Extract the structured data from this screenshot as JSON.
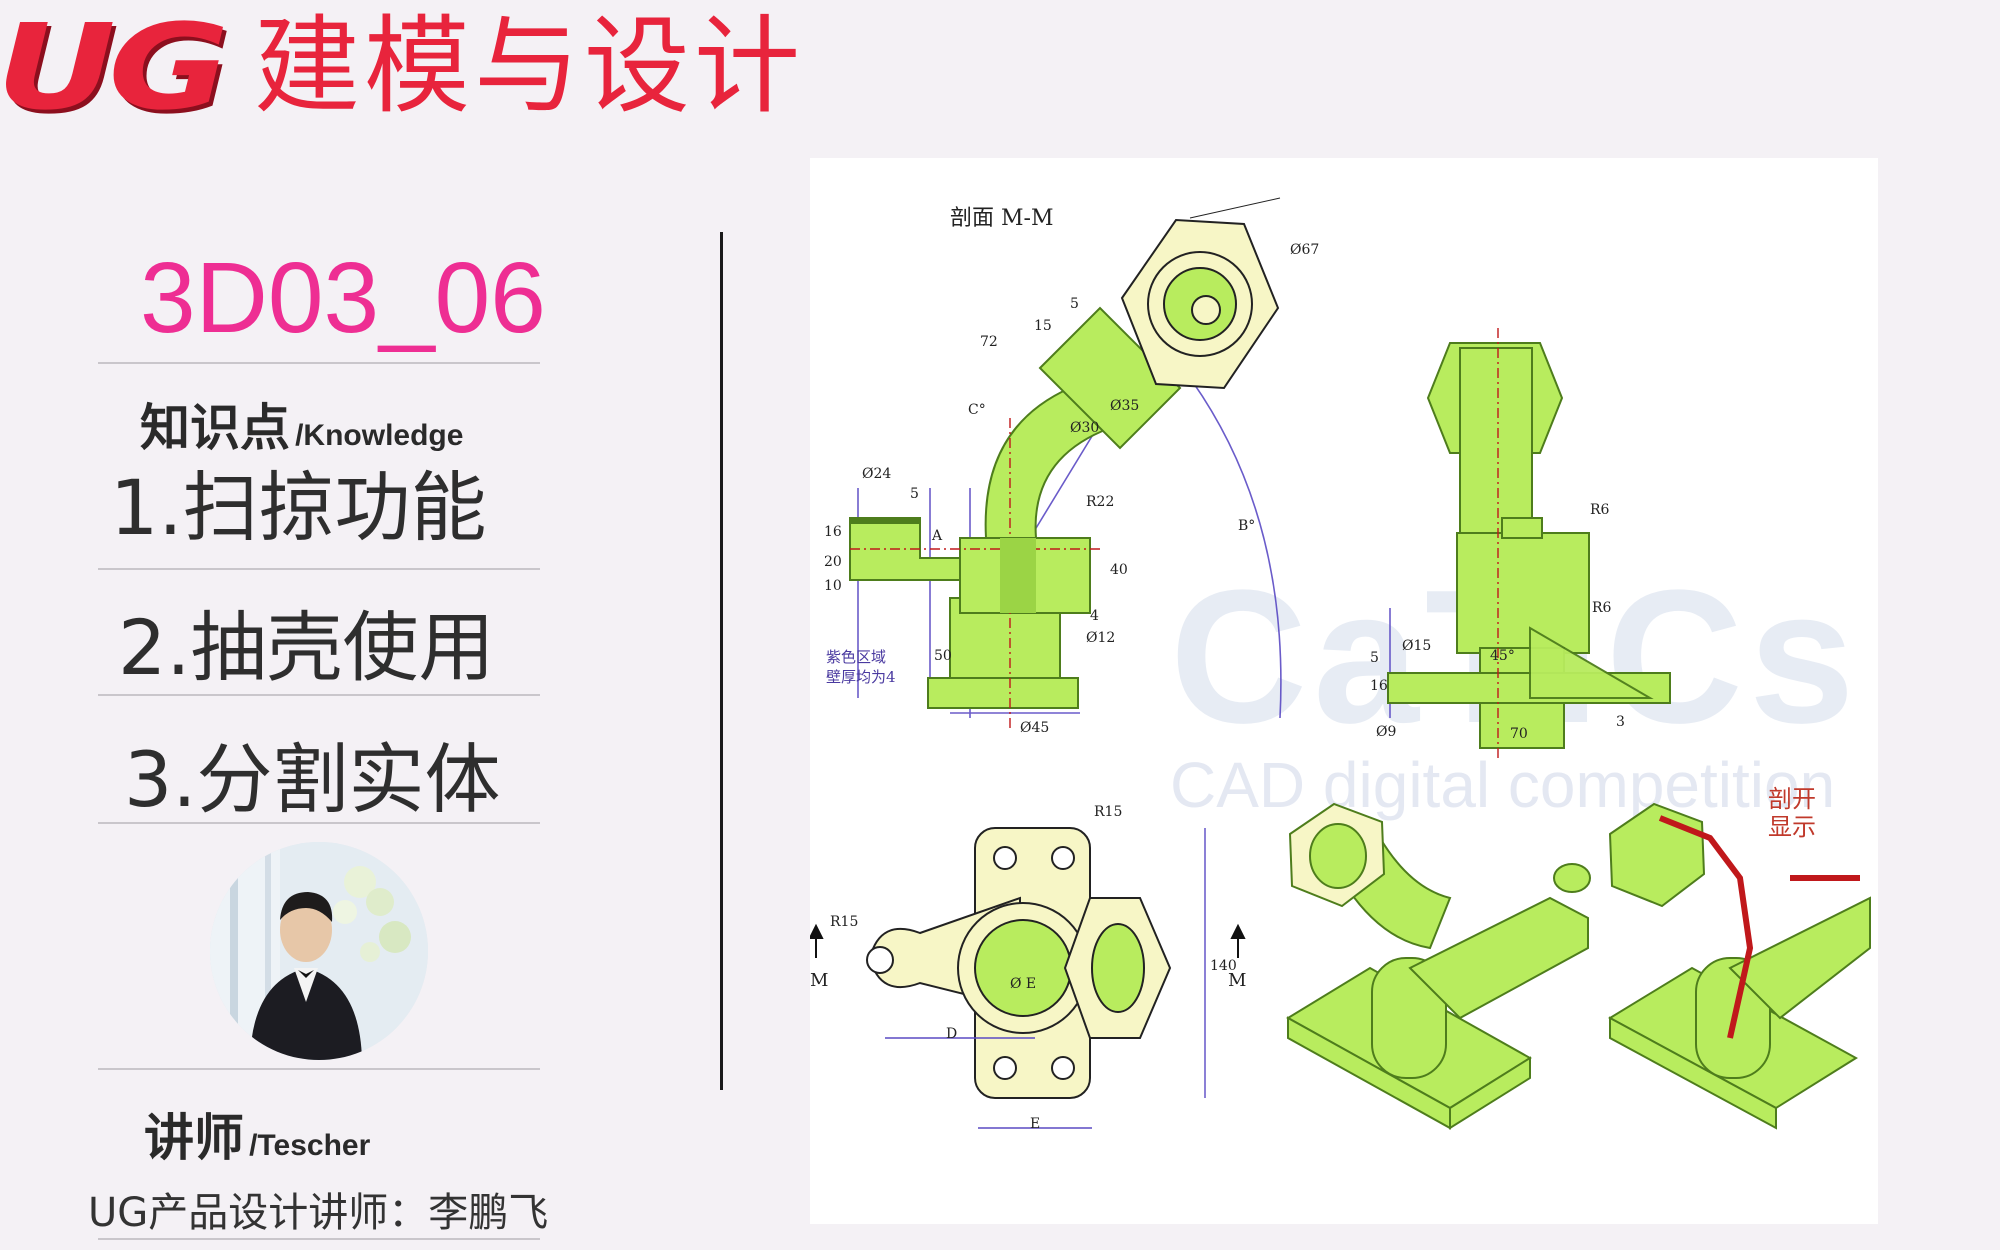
{
  "header": {
    "logo": "UG",
    "title": "建模与设计"
  },
  "lesson": {
    "code": "3D03_06",
    "knowledge_label_cn": "知识点",
    "knowledge_label_en": "/Knowledge",
    "points": [
      "1.扫掠功能",
      "2.抽壳使用",
      "3.分割实体"
    ]
  },
  "teacher": {
    "label_cn": "讲师",
    "label_en": "/Tescher",
    "name_line": "UG产品设计讲师：李鹏飞"
  },
  "drawing": {
    "section_label": "剖面 M-M",
    "watermark": "CaTICs",
    "watermark_sub": "CAD digital competition",
    "note_cut": "剖开显示",
    "note_wall": [
      "紫色区域",
      "壁厚均为4"
    ],
    "section_mark": "M",
    "dims": [
      "Ø67",
      "72",
      "15",
      "5",
      "Ø35",
      "Ø30",
      "R22",
      "Ø24",
      "5",
      "16",
      "20",
      "10",
      "40",
      "4",
      "Ø12",
      "50",
      "Ø45",
      "B°",
      "C°",
      "A",
      "R6",
      "R6",
      "Ø15",
      "45°",
      "16",
      "5",
      "Ø9",
      "70",
      "3",
      "R15",
      "R15",
      "Ø E",
      "D",
      "E",
      "140"
    ],
    "colors": {
      "part_fill": "#b8ec5e",
      "part_stroke": "#4e7d1c",
      "flange_fill": "#f7f6c6",
      "section_red": "#c0181b",
      "dim_blue": "#5a4ac4"
    }
  }
}
